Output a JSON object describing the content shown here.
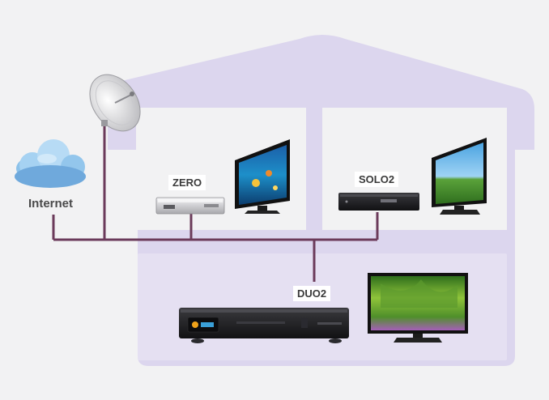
{
  "colors": {
    "background": "#f2f2f3",
    "house": "#dcd6ee",
    "room": "#f2f2f3",
    "cable": "#6b3a5a",
    "cloud": "#7fb8e4",
    "receiver_dark": "#1e1e20",
    "receiver_silver": "#cfcfd2"
  },
  "labels": {
    "internet": "Internet",
    "zero": "ZERO",
    "solo2": "SOLO2",
    "duo2": "DUO2"
  },
  "icons": {
    "cloud": "cloud-icon",
    "satellite": "satellite-dish-icon",
    "tv": "tv-icon",
    "receiver": "set-top-box-icon"
  }
}
